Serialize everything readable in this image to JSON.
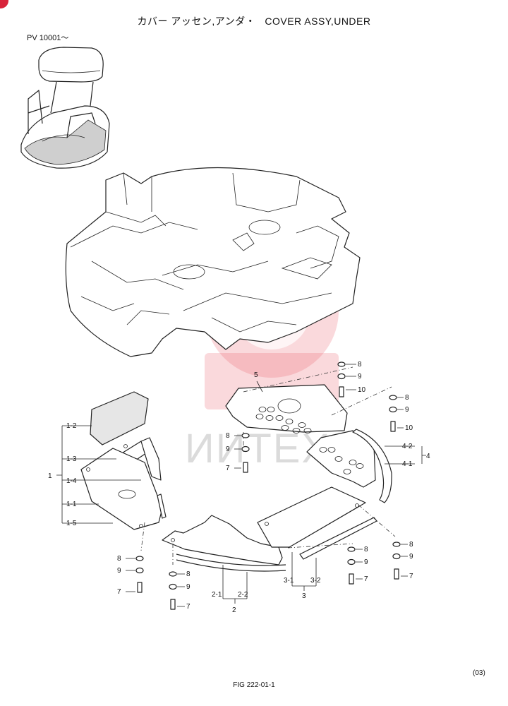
{
  "header": {
    "title_jp": "カバー アッセン,アンダ・",
    "title_en": "COVER ASSY,UNDER"
  },
  "serial_range": "PV 10001～",
  "figure_id": "FIG 222-01-1",
  "page_marker": "(03)",
  "watermark_text": "ИИТЕХ",
  "callouts": {
    "p1": "1",
    "p1_1": "1-1",
    "p1_2": "1-2",
    "p1_3": "1-3",
    "p1_4": "1-4",
    "p1_5": "1-5",
    "p2": "2",
    "p2_1": "2-1",
    "p2_2": "2-2",
    "p3": "3",
    "p3_1": "3-1",
    "p3_2": "3-2",
    "p4": "4",
    "p4_1": "4-1",
    "p4_2": "4-2",
    "p5": "5",
    "p7": "7",
    "p8": "8",
    "p9": "9",
    "p10": "10"
  },
  "colors": {
    "ink": "#222222",
    "watermark": "#e85060",
    "corner_badge": "#d8233a"
  }
}
